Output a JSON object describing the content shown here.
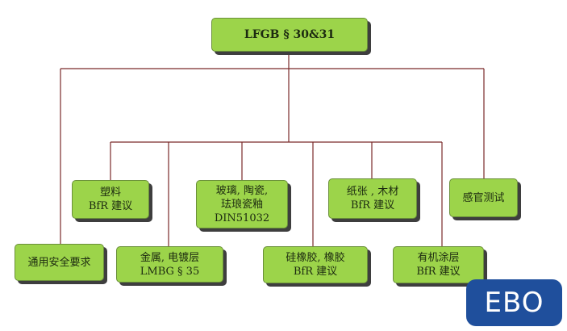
{
  "colors": {
    "box_fill": "#9cd44a",
    "box_border": "#6a8f3a",
    "shadow": "#3e3e3e",
    "line": "#7a2a2a",
    "logo_bg": "#1f4f9c"
  },
  "nodes": {
    "root": {
      "lines": [
        "LFGB § 30&31"
      ]
    },
    "plastics": {
      "lines": [
        "塑料",
        "BfR 建议"
      ]
    },
    "glass_ceramic": {
      "lines": [
        "玻璃, 陶瓷,",
        "珐琅瓷釉",
        "DIN51032"
      ]
    },
    "paper_wood": {
      "lines": [
        "纸张 , 木材",
        "BfR 建议"
      ]
    },
    "sensory": {
      "lines": [
        "感官测试"
      ]
    },
    "general_safety": {
      "lines": [
        "通用安全要求"
      ]
    },
    "metal_plating": {
      "lines": [
        "金属, 电镀层",
        "LMBG § 35"
      ]
    },
    "silicone_rubber": {
      "lines": [
        "硅橡胶, 橡胶",
        "BfR 建议"
      ]
    },
    "organic_coating": {
      "lines": [
        "有机涂层",
        "BfR 建议"
      ]
    }
  },
  "logo": {
    "text": "EBO"
  }
}
